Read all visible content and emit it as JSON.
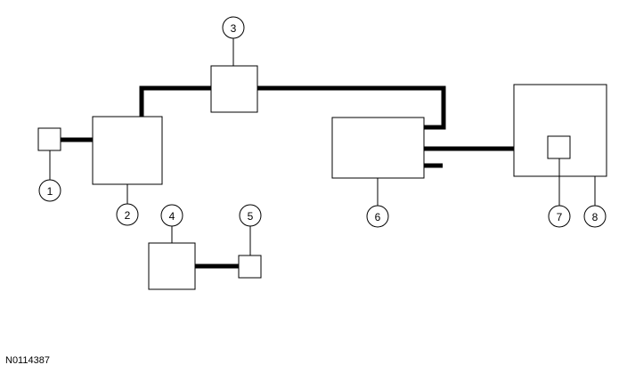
{
  "figure_id": "N0114387",
  "callouts": {
    "c1": "1",
    "c2": "2",
    "c3": "3",
    "c4": "4",
    "c5": "5",
    "c6": "6",
    "c7": "7",
    "c8": "8"
  },
  "colors": {
    "line": "#000000",
    "background": "#ffffff"
  }
}
